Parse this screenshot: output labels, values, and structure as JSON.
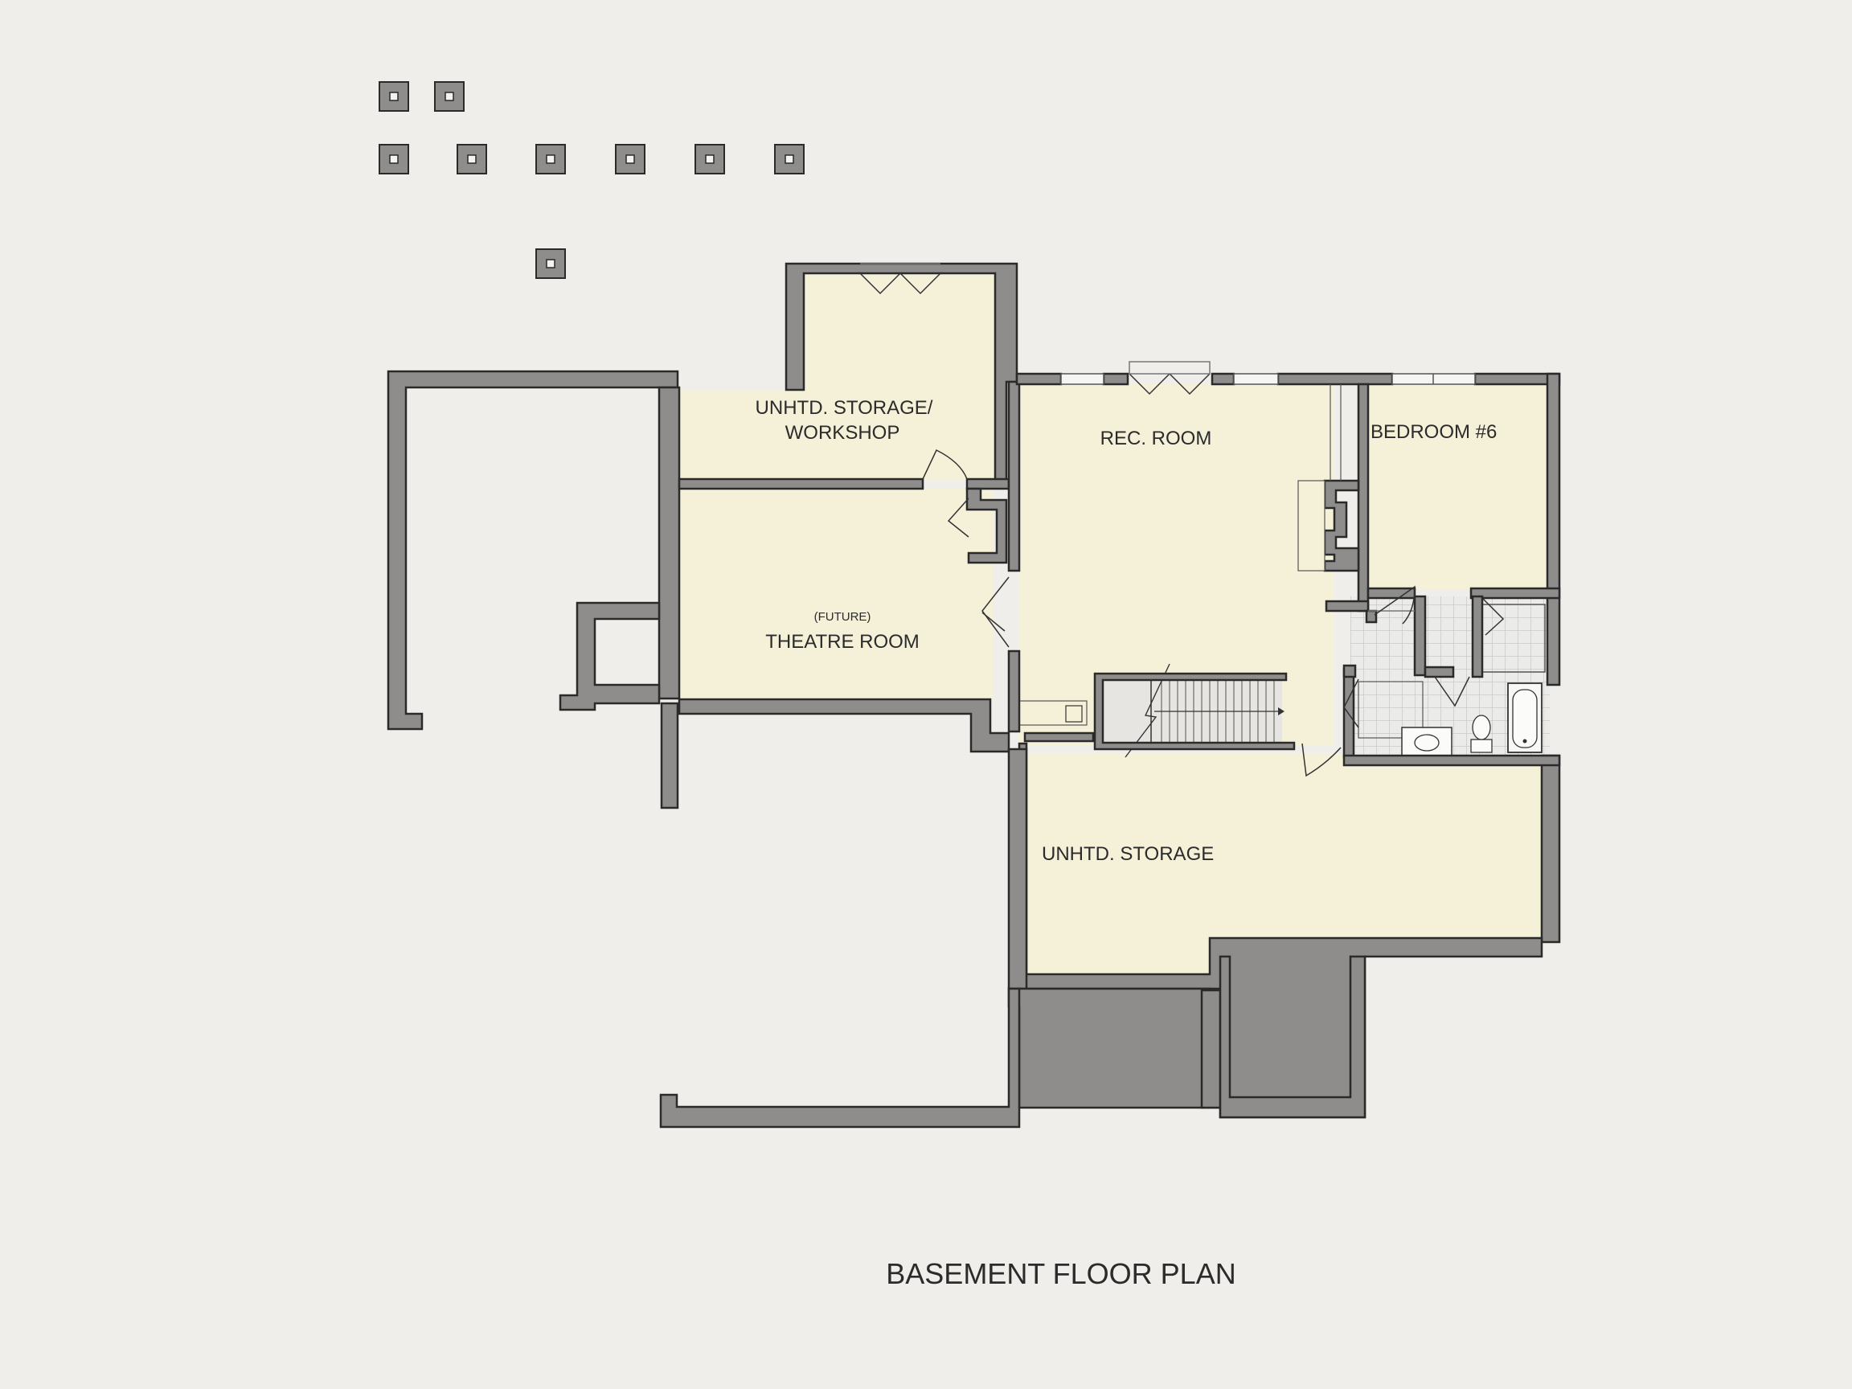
{
  "title": "BASEMENT FLOOR PLAN",
  "rooms": {
    "storage_workshop": {
      "line1": "UNHTD. STORAGE/",
      "line2": "WORKSHOP"
    },
    "rec_room": {
      "label": "REC. ROOM"
    },
    "bedroom": {
      "label": "BEDROOM #6"
    },
    "theatre": {
      "line1": "(FUTURE)",
      "line2": "THEATRE ROOM"
    },
    "storage": {
      "label": "UNHTD. STORAGE"
    }
  },
  "colors": {
    "background": "#efeeeb",
    "room_fill": "#f5f0d8",
    "wall_fill": "#8e8d8b",
    "wall_stroke": "#2a2a2a",
    "tile_fill": "#e8e8e6",
    "stair_fill": "#e6e5e1"
  },
  "icons": {
    "pier": "square-pier-icon",
    "door": "door-swing-icon",
    "toilet": "toilet-icon",
    "sink": "sink-icon",
    "tub": "bathtub-icon",
    "stairs": "stairs-icon"
  }
}
